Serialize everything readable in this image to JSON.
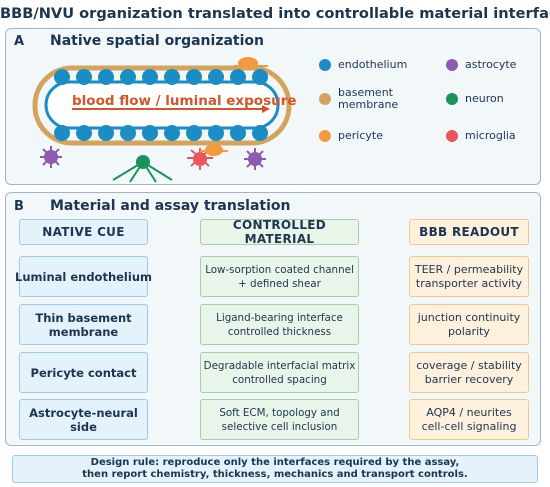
{
  "title": "BBB/NVU organization translated into controllable material interfaces",
  "panel_a": {
    "letter": "A",
    "title": "Native spatial organization",
    "vessel_label": "blood flow / luminal exposure",
    "legend": [
      {
        "label": "endothelium",
        "color": "#1a8ec4",
        "icon": "endothelium-dot"
      },
      {
        "label": "astrocyte",
        "color": "#8e5bb0",
        "icon": "astrocyte-dot"
      },
      {
        "label": "basement\nmembrane",
        "color": "#d4a45c",
        "icon": "basement-membrane-dot"
      },
      {
        "label": "neuron",
        "color": "#19935b",
        "icon": "neuron-dot"
      },
      {
        "label": "pericyte",
        "color": "#f39a3c",
        "icon": "pericyte-dot"
      },
      {
        "label": "microglia",
        "color": "#e8565e",
        "icon": "microglia-dot"
      }
    ]
  },
  "panel_b": {
    "letter": "B",
    "title": "Material and assay translation",
    "headers": {
      "native": "NATIVE CUE",
      "material": "CONTROLLED MATERIAL",
      "readout": "BBB READOUT"
    },
    "rows": [
      {
        "native": "Luminal endothelium",
        "material": "Low-sorption coated channel\n+ defined shear",
        "readout": "TEER / permeability\ntransporter activity"
      },
      {
        "native": "Thin basement\nmembrane",
        "material": "Ligand-bearing interface\ncontrolled thickness",
        "readout": "junction continuity\npolarity"
      },
      {
        "native": "Pericyte contact",
        "material": "Degradable interfacial matrix\ncontrolled spacing",
        "readout": "coverage / stability\nbarrier recovery"
      },
      {
        "native": "Astrocyte-neural\nside",
        "material": "Soft ECM, topology and\nselective cell inclusion",
        "readout": "AQP4 / neurites\ncell-cell signaling"
      }
    ]
  },
  "footer": "Design rule: reproduce only the interfaces required by the assay,\nthen report chemistry, thickness, mechanics and transport controls.",
  "colors": {
    "endothelium": "#1a8ec4",
    "basement_membrane": "#d4a45c",
    "pericyte": "#f39a3c",
    "astrocyte": "#8e5bb0",
    "neuron": "#19935b",
    "microglia": "#e8565e",
    "flow_text": "#d2562b",
    "arrow": "#2a8aae"
  }
}
